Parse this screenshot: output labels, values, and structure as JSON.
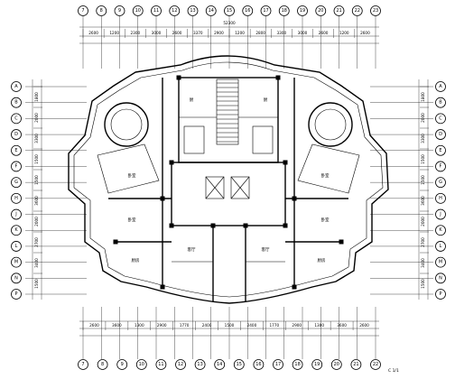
{
  "drawing": {
    "top_axes": [
      "7",
      "8",
      "9",
      "10",
      "11",
      "12",
      "13",
      "14",
      "15",
      "16",
      "17",
      "18",
      "19",
      "20",
      "21",
      "22",
      "23"
    ],
    "bottom_axes": [
      "7",
      "8",
      "9",
      "10",
      "11",
      "12",
      "13",
      "14",
      "15",
      "16",
      "17",
      "18",
      "19",
      "20",
      "21",
      "22"
    ],
    "left_axes": [
      "A",
      "B",
      "C",
      "D",
      "E",
      "F",
      "G",
      "H",
      "J",
      "K",
      "L",
      "M",
      "N",
      "P"
    ],
    "right_axes": [
      "A",
      "B",
      "C",
      "D",
      "E",
      "F",
      "G",
      "H",
      "J",
      "K",
      "L",
      "M",
      "N",
      "P"
    ],
    "top_overall_dim": "52300",
    "top_dims": [
      "2600",
      "1200",
      "2300",
      "3000",
      "2600",
      "3370",
      "2900",
      "1200",
      "2800",
      "3300",
      "3000",
      "2600",
      "1200",
      "2600"
    ],
    "bottom_dims": [
      "2600",
      "3600",
      "1300",
      "2900",
      "1770",
      "2400",
      "1500",
      "2400",
      "1770",
      "2900",
      "1300",
      "3600",
      "2600"
    ],
    "left_dims": [
      "1800",
      "2000",
      "3300",
      "1500",
      "1500",
      "3600",
      "2000",
      "2700",
      "3400",
      "1500"
    ],
    "right_dims": [
      "1800",
      "2000",
      "3300",
      "1500",
      "1500",
      "3600",
      "2000",
      "2700",
      "3400",
      "1500"
    ],
    "title_fragment": "C 1/1"
  }
}
